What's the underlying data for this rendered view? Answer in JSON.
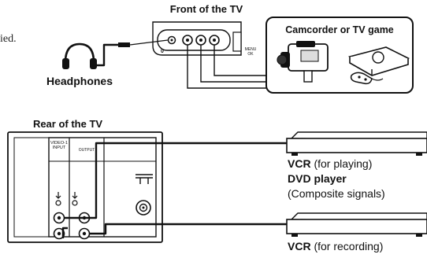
{
  "page_fragment": "ied.",
  "front": {
    "title": "Front of the TV",
    "panel_num": "0",
    "menu_label": "MENU",
    "ok_label": "OK"
  },
  "headphones": {
    "label": "Headphones"
  },
  "source_box": {
    "title": "Camcorder or TV game"
  },
  "rear": {
    "title": "Rear of the TV",
    "video_input_label": "VIDEO-1 INPUT",
    "output_label": "OUTPUT"
  },
  "vcr_play": {
    "strong": "VCR",
    "rest": " (for playing)"
  },
  "dvd": {
    "strong": "DVD player",
    "note": "(Composite signals)"
  },
  "vcr_record": {
    "strong": "VCR",
    "rest": " (for recording)"
  }
}
